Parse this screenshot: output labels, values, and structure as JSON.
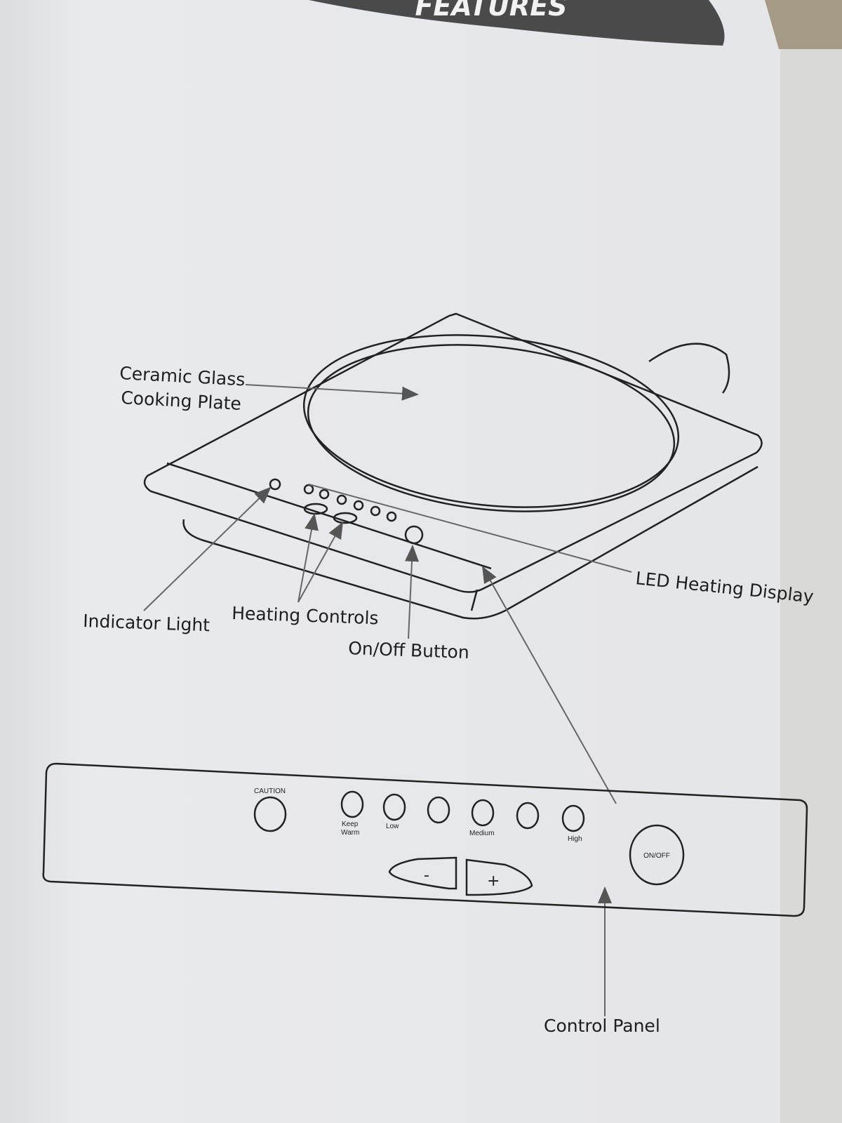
{
  "header": {
    "title": "FEATURES"
  },
  "diagram_labels": {
    "ceramic_glass_line1": "Ceramic Glass",
    "ceramic_glass_line2": "Cooking Plate",
    "led_display": "LED Heating Display",
    "indicator_light": "Indicator Light",
    "heating_controls": "Heating Controls",
    "on_off_button": "On/Off Button",
    "control_panel": "Control Panel"
  },
  "control_panel": {
    "caution": "CAUTION",
    "levels": [
      "Keep",
      "Warm",
      "Low",
      "Medium",
      "High"
    ],
    "minus": "-",
    "plus": "+",
    "on_off": "ON/OFF"
  },
  "colors": {
    "paper": "#e6e7ea",
    "banner": "#4a4a4a",
    "ink": "#222222"
  }
}
